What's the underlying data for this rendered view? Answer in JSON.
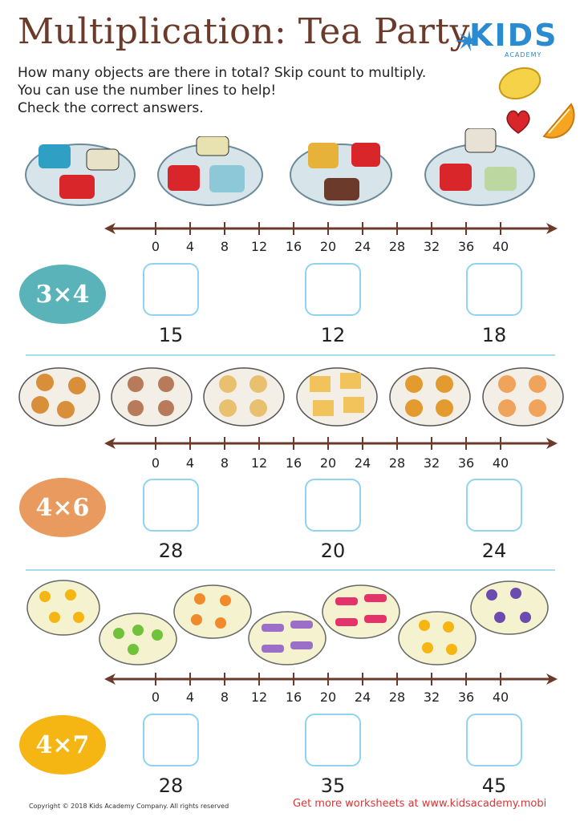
{
  "title": "Multiplication: Tea Party",
  "logo": {
    "main": "KIDS",
    "sub": "ACADEMY"
  },
  "instructions": [
    "How many objects are there in total? Skip count to multiply.",
    "You can use the number lines to help!",
    "Check the correct answers."
  ],
  "ticks": [
    "0",
    "4",
    "8",
    "12",
    "16",
    "20",
    "24",
    "28",
    "32",
    "36",
    "40"
  ],
  "problems": [
    {
      "expression": "3×4",
      "color": "#5ab3b8",
      "answers": [
        "15",
        "12",
        "18"
      ]
    },
    {
      "expression": "4×6",
      "color": "#e99b5f",
      "answers": [
        "28",
        "20",
        "24"
      ]
    },
    {
      "expression": "4×7",
      "color": "#f5b614",
      "answers": [
        "28",
        "35",
        "45"
      ]
    }
  ],
  "footer": {
    "copyright": "Copyright © 2018 Kids Academy Company. All rights reserved",
    "promo": "Get more worksheets at www.kidsacademy.mobi"
  }
}
